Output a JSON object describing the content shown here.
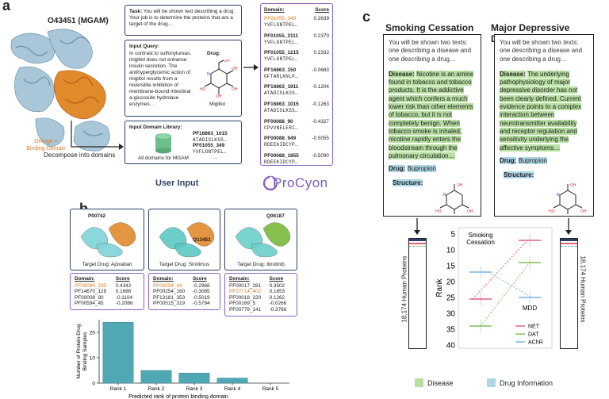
{
  "panel_a": {
    "letter": "a",
    "protein_title": "O43451 (MGAM)",
    "binding_label": "Orange =\nBinding Domain",
    "decompose_label": "Decompose into domains",
    "task_label": "Task:",
    "task_text": "You will be shown text describing a drug. Your job is to determine the proteins that are a target of the drug…",
    "query_label": "Input Query:",
    "query_text": "In contrast to sulfonylureas, miglitol does not enhance insulin secretion. The antihyperglycemic action of miglitol results from a reversible inhibition of membrane-bound intestinal a-glucoside hydrolase enzymes…",
    "drug_label": "Drug:",
    "drug_name": "Miglitol",
    "library_label": "Input Domain Library:",
    "library_domains": [
      {
        "id": "PF16863_1015",
        "seq": "ATADISLKSS…"
      },
      {
        "id": "PF01055_349",
        "seq": "YVFLGNTPEL…"
      }
    ],
    "library_ellipsis": "…",
    "library_caption": "All domains for MGAM",
    "user_input_label": "User Input",
    "results_header": [
      "Domain:",
      "Score"
    ],
    "results": [
      {
        "id": "PF01055_349",
        "seq": "YVFLGNTPEL…",
        "score": "0.2639",
        "highlight": true
      },
      {
        "id": "PF01055_2111",
        "seq": "YVFLGNTPEL…",
        "score": "0.2370",
        "highlight": false
      },
      {
        "id": "PF01055_1215",
        "seq": "YVFLGNTPEL…",
        "score": "0.2332",
        "highlight": false
      },
      {
        "id": "PF16863_150",
        "seq": "GFTARLKNLP…",
        "score": "-0.0683",
        "highlight": false
      },
      {
        "id": "PF16863_1911",
        "seq": "ATADISLKSS…",
        "score": "-0.1204",
        "highlight": false
      },
      {
        "id": "PF16863_1015",
        "seq": "ATADISLKSS…",
        "score": "-0.1263",
        "highlight": false
      },
      {
        "id": "PF00088_90",
        "seq": "CPVVNELERI…",
        "score": "-0.4327",
        "highlight": false
      },
      {
        "id": "PF00088_949",
        "seq": "RDEEKIDCYP…",
        "score": "-0.5055",
        "highlight": false
      },
      {
        "id": "PF00088_1855",
        "seq": "RDEEKIDCYP…",
        "score": "-0.5090",
        "highlight": false
      }
    ],
    "procyon_logo": "ProCyon"
  },
  "panel_b": {
    "letter": "b",
    "proteins": [
      {
        "id": "P00742",
        "drug": "Target Drug: Apixaban",
        "rows": [
          {
            "id": "PF00089_235",
            "score": "0.4342",
            "highlight": true
          },
          {
            "id": "PF14670_129",
            "score": "0.1686",
            "highlight": false
          },
          {
            "id": "PF00008_90",
            "score": "-0.1104",
            "highlight": false
          },
          {
            "id": "PF00594_45",
            "score": "-0.2086",
            "highlight": false
          }
        ]
      },
      {
        "id": "Q13451",
        "drug": "Target Drug: Sirolimus",
        "rows": [
          {
            "id": "PF00254_44",
            "score": "-0.2968",
            "highlight": true
          },
          {
            "id": "PF00254_160",
            "score": "-0.3085",
            "highlight": false
          },
          {
            "id": "PF13181_353",
            "score": "-0.5019",
            "highlight": false
          },
          {
            "id": "PF00515_319",
            "score": "-0.5794",
            "highlight": false
          }
        ]
      },
      {
        "id": "Q06187",
        "drug": "Target Drug: Ibrutinib",
        "rows": [
          {
            "id": "PF00017_281",
            "score": "0.3502",
            "highlight": false
          },
          {
            "id": "PF07714_402",
            "score": "0.1653",
            "highlight": true
          },
          {
            "id": "PF00018_220",
            "score": "0.1262",
            "highlight": false
          },
          {
            "id": "PF00169_5",
            "score": "-0.0266",
            "highlight": false
          },
          {
            "id": "PF00779_141",
            "score": "-0.3766",
            "highlight": false
          }
        ]
      }
    ],
    "table_header": [
      "Domain:",
      "Score"
    ]
  },
  "panel_c": {
    "letter": "c",
    "col1_title": "Smoking Cessation",
    "col2_title": "Major Depressive Disorder",
    "prompt_intro": "You will be shown two texts: one describing a disease and one describing a drug…",
    "disease_label": "Disease:",
    "disease1_text": "Nicotine is an amine found in tobacco and tobacco products. It is the addictive agent which confers a much lower risk than other elements of tobacco, but it is not completely benign. When tobacco smoke is inhaled, nicotine rapidly enters the bloodstream through the pulmonary circulation…",
    "disease2_text": "The underlying pathophysiology of major depressive disorder has not been clearly defined. Current evidence points to a complex interaction between neurotransmitter availability and receptor regulation and sensitivity underlying the affective symptoms…",
    "drug_label": "Drug:",
    "drug_name": "Bupropion",
    "structure_label": "Structure:",
    "bar_label": "18,174 Human Proteins",
    "legend_disease": "Disease",
    "legend_drug": "Drug Information"
  },
  "chart_data": [
    {
      "type": "bar",
      "categories": [
        "Rank 1",
        "Rank 2",
        "Rank 3",
        "Rank 4",
        "Rank 5"
      ],
      "values": [
        24,
        5,
        4,
        2,
        0
      ],
      "xlabel": "Predicted rank of protein binding domain",
      "ylabel": "Number of Protein-Drug Binding Samples",
      "yticks": [
        0,
        10,
        20
      ],
      "ylim": [
        0,
        25
      ],
      "color": "#4fa8b3"
    },
    {
      "type": "line",
      "ylabel": "Rank",
      "yticks": [
        5,
        10,
        15,
        20,
        25,
        30,
        35,
        40
      ],
      "ylim": [
        40,
        4
      ],
      "inverted": true,
      "group_labels": [
        "Smoking Cessation",
        "MDD"
      ],
      "series": [
        {
          "name": "NET",
          "color": "#e0607e",
          "values": [
            25.5,
            7
          ]
        },
        {
          "name": "DAT",
          "color": "#7dbd5b",
          "values": [
            34,
            14
          ]
        },
        {
          "name": "AChR",
          "color": "#7ab3e0",
          "values": [
            17,
            25
          ]
        }
      ]
    }
  ]
}
